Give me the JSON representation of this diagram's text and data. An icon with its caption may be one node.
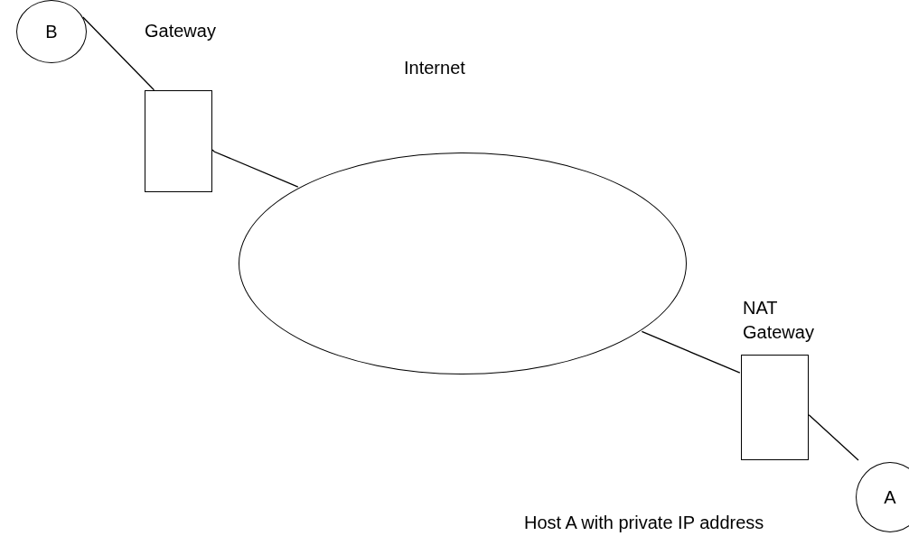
{
  "diagram": {
    "nodes": [
      {
        "text": [
          "B"
        ]
      },
      {
        "text": [
          "Gateway"
        ]
      },
      {
        "text": [
          "Internet"
        ]
      },
      {
        "text": [
          "NAT Gateway"
        ]
      },
      {
        "text": [
          "A"
        ]
      }
    ],
    "labels": [
      "Host A with private IP address"
    ],
    "edges": [
      {
        "from": 0,
        "to": 1,
        "arrow": "none"
      },
      {
        "from": 1,
        "to": 2,
        "arrow": "none"
      },
      {
        "from": 2,
        "to": 3,
        "arrow": "none"
      },
      {
        "from": 3,
        "to": 4,
        "arrow": "none"
      }
    ]
  }
}
